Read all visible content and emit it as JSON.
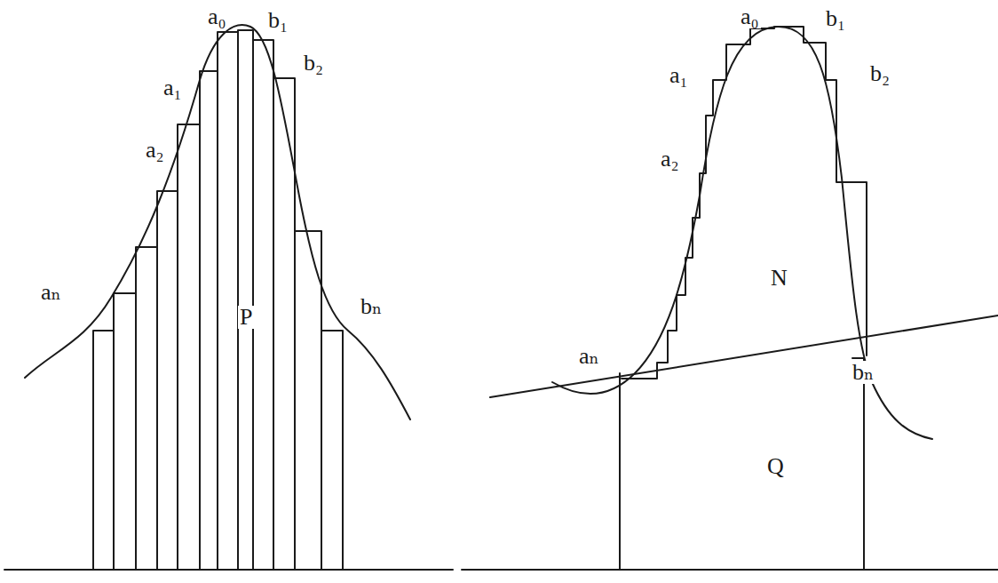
{
  "diagram": {
    "labels": [
      "a₀",
      "b₁",
      "a₁",
      "b₂",
      "a₂",
      "aₙ",
      "bₙ",
      "P",
      "a₀",
      "b₁",
      "a₁",
      "b₂",
      "a₂",
      "N",
      "aₙ",
      "bₙ",
      "Q"
    ]
  }
}
